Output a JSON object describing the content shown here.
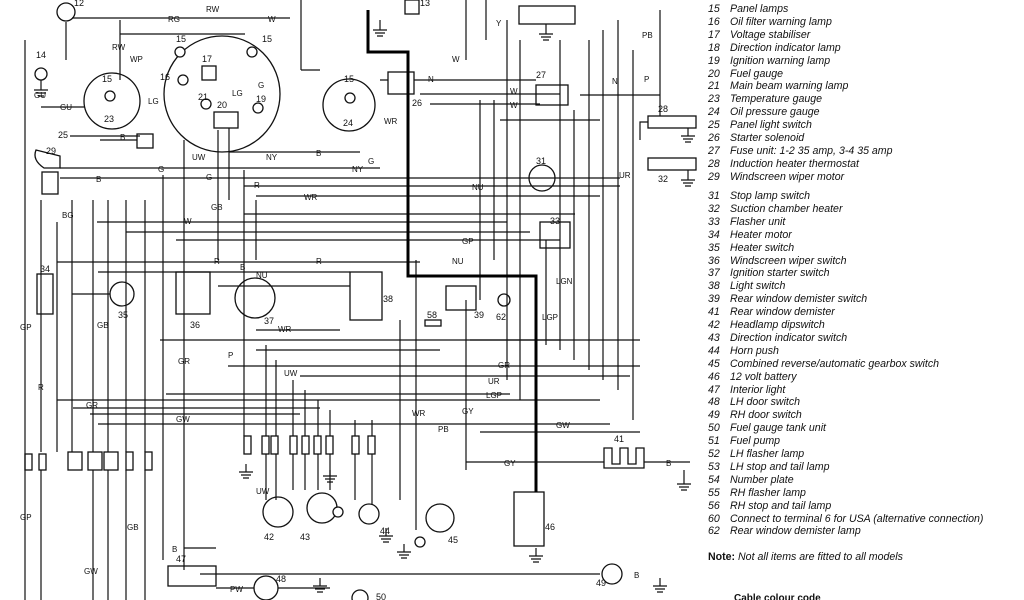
{
  "legend": [
    {
      "num": "15",
      "text": "Panel lamps"
    },
    {
      "num": "16",
      "text": "Oil filter warning lamp"
    },
    {
      "num": "17",
      "text": "Voltage stabiliser"
    },
    {
      "num": "18",
      "text": "Direction indicator lamp"
    },
    {
      "num": "19",
      "text": "Ignition warning lamp"
    },
    {
      "num": "20",
      "text": "Fuel gauge"
    },
    {
      "num": "21",
      "text": "Main beam warning lamp"
    },
    {
      "num": "23",
      "text": "Temperature gauge"
    },
    {
      "num": "24",
      "text": "Oil pressure gauge"
    },
    {
      "num": "25",
      "text": "Panel light switch"
    },
    {
      "num": "26",
      "text": "Starter solenoid"
    },
    {
      "num": "27",
      "text": "Fuse unit: 1-2 35 amp, 3-4 35 amp"
    },
    {
      "num": "28",
      "text": "Induction heater thermostat"
    },
    {
      "num": "29",
      "text": "Windscreen wiper motor"
    },
    {
      "num": "31",
      "text": "Stop lamp switch"
    },
    {
      "num": "32",
      "text": "Suction chamber heater"
    },
    {
      "num": "33",
      "text": "Flasher unit"
    },
    {
      "num": "34",
      "text": "Heater motor"
    },
    {
      "num": "35",
      "text": "Heater switch"
    },
    {
      "num": "36",
      "text": "Windscreen wiper switch"
    },
    {
      "num": "37",
      "text": "Ignition starter switch"
    },
    {
      "num": "38",
      "text": "Light switch"
    },
    {
      "num": "39",
      "text": "Rear window demister switch"
    },
    {
      "num": "41",
      "text": "Rear window demister"
    },
    {
      "num": "42",
      "text": "Headlamp dipswitch"
    },
    {
      "num": "43",
      "text": "Direction indicator switch"
    },
    {
      "num": "44",
      "text": "Horn push"
    },
    {
      "num": "45",
      "text": "Combined reverse/automatic gearbox switch"
    },
    {
      "num": "46",
      "text": "12 volt battery"
    },
    {
      "num": "47",
      "text": "Interior light"
    },
    {
      "num": "48",
      "text": "LH door switch"
    },
    {
      "num": "49",
      "text": "RH door switch"
    },
    {
      "num": "50",
      "text": "Fuel gauge tank unit"
    },
    {
      "num": "51",
      "text": "Fuel pump"
    },
    {
      "num": "52",
      "text": "LH flasher lamp"
    },
    {
      "num": "53",
      "text": "LH stop and tail lamp"
    },
    {
      "num": "54",
      "text": "Number plate"
    },
    {
      "num": "55",
      "text": "RH flasher lamp"
    },
    {
      "num": "56",
      "text": "RH stop and tail lamp"
    },
    {
      "num": "60",
      "text": "Connect to terminal 6 for USA (alternative connection)"
    },
    {
      "num": "62",
      "text": "Rear window demister lamp"
    }
  ],
  "note": {
    "label": "Note:",
    "text": "Not all items are fitted to all models"
  },
  "cable_heading": "Cable colour code",
  "component_labels": [
    "12",
    "13",
    "14",
    "15",
    "15",
    "15",
    "16",
    "17",
    "19",
    "20",
    "21",
    "23",
    "24",
    "25",
    "26",
    "27",
    "28",
    "29",
    "31",
    "32",
    "33",
    "34",
    "35",
    "36",
    "37",
    "38",
    "39",
    "41",
    "42",
    "43",
    "44",
    "45",
    "46",
    "47",
    "48",
    "49",
    "50",
    "58",
    "62"
  ],
  "wire_labels": [
    "RG",
    "RW",
    "RW",
    "W",
    "G",
    "B",
    "WP",
    "GU",
    "GU",
    "LG",
    "LG",
    "G",
    "G",
    "B",
    "N",
    "N",
    "W",
    "W",
    "W",
    "W",
    "WR",
    "WR",
    "WR",
    "WR",
    "B",
    "B",
    "B",
    "G",
    "NY",
    "NY",
    "R",
    "R",
    "R",
    "NU",
    "NU",
    "NU",
    "GP",
    "GP",
    "GP",
    "GB",
    "GB",
    "GB",
    "GR",
    "GR",
    "GR",
    "GW",
    "GW",
    "GW",
    "UW",
    "UW",
    "UW",
    "P",
    "P",
    "PB",
    "PB",
    "GY",
    "GY",
    "LGP",
    "LGP",
    "LGN",
    "UR",
    "UR",
    "Y",
    "BG",
    "R",
    "B",
    "PW",
    "B"
  ]
}
